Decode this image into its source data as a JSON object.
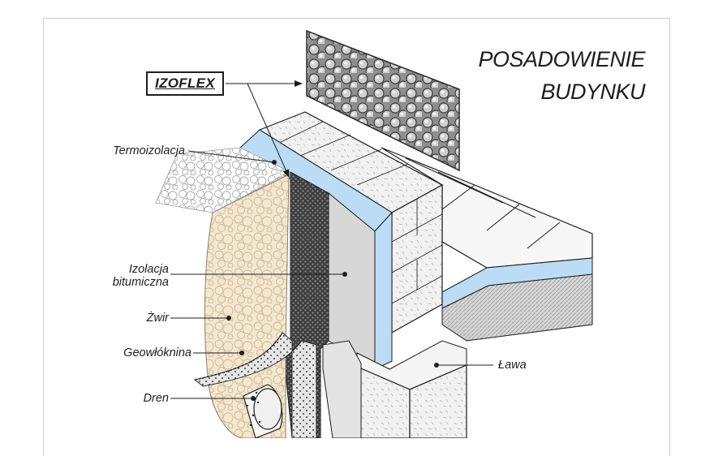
{
  "title": {
    "line1": "POSADOWIENIE",
    "line2": "BUDYNKU"
  },
  "brand_label": "IZOFLEX",
  "labels": {
    "termoizolacja": "Termoizolacja",
    "izolacja_line1": "Izolacja",
    "izolacja_line2": "bitumiczna",
    "zwir": "Żwir",
    "geowloknina": "Geowłóknina",
    "dren": "Dren",
    "lawa": "Ława"
  },
  "colors": {
    "insulation_blue": "#bcdcf5",
    "gravel_sand": "#f5e7cf",
    "concrete": "#f1f1f1",
    "wall_grey": "#d7d7d7",
    "membrane_dark": "#4d4d4d",
    "line": "#1d1d1d"
  }
}
